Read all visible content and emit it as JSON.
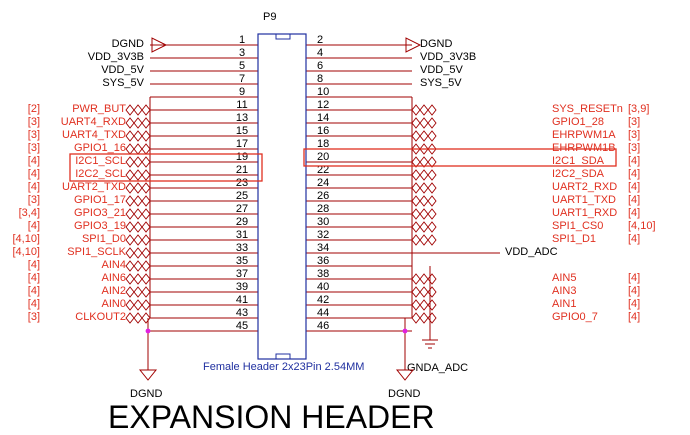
{
  "colors": {
    "wire": "#a00000",
    "net_label": "#e03020",
    "pin_text": "#000000",
    "header_outline": "#2030a0",
    "power_text": "#000000",
    "junction": "#e020e0",
    "title": "#000000"
  },
  "header": {
    "ref": "P9",
    "caption": "Female Header 2x23Pin 2.54MM"
  },
  "title": "EXPANSION HEADER",
  "pins": {
    "left": [
      "1",
      "3",
      "5",
      "7",
      "9",
      "11",
      "13",
      "15",
      "17",
      "19",
      "21",
      "23",
      "25",
      "27",
      "29",
      "31",
      "33",
      "35",
      "37",
      "39",
      "41",
      "43",
      "45"
    ],
    "right": [
      "2",
      "4",
      "6",
      "8",
      "10",
      "12",
      "14",
      "16",
      "18",
      "20",
      "22",
      "24",
      "26",
      "28",
      "30",
      "32",
      "34",
      "36",
      "38",
      "40",
      "42",
      "44",
      "46"
    ]
  },
  "left_nets": [
    {
      "row": 0,
      "name": "DGND",
      "ref": "",
      "kind": "power"
    },
    {
      "row": 1,
      "name": "VDD_3V3B",
      "ref": "",
      "kind": "power"
    },
    {
      "row": 2,
      "name": "VDD_5V",
      "ref": "",
      "kind": "power"
    },
    {
      "row": 3,
      "name": "SYS_5V",
      "ref": "",
      "kind": "power"
    },
    {
      "row": 5,
      "name": "PWR_BUT",
      "ref": "[2]",
      "kind": "signal"
    },
    {
      "row": 6,
      "name": "UART4_RXD",
      "ref": "[3]",
      "kind": "signal"
    },
    {
      "row": 7,
      "name": "UART4_TXD",
      "ref": "[3]",
      "kind": "signal"
    },
    {
      "row": 8,
      "name": "GPIO1_16",
      "ref": "[3]",
      "kind": "signal"
    },
    {
      "row": 9,
      "name": "I2C1_SCL",
      "ref": "[4]",
      "kind": "signal"
    },
    {
      "row": 10,
      "name": "I2C2_SCL",
      "ref": "[4]",
      "kind": "signal"
    },
    {
      "row": 11,
      "name": "UART2_TXD",
      "ref": "[4]",
      "kind": "signal"
    },
    {
      "row": 12,
      "name": "GPIO1_17",
      "ref": "[3]",
      "kind": "signal"
    },
    {
      "row": 13,
      "name": "GPIO3_21",
      "ref": "[3,4]",
      "kind": "signal"
    },
    {
      "row": 14,
      "name": "GPIO3_19",
      "ref": "[4]",
      "kind": "signal"
    },
    {
      "row": 15,
      "name": "SPI1_D0",
      "ref": "[4,10]",
      "kind": "signal"
    },
    {
      "row": 16,
      "name": "SPI1_SCLK",
      "ref": "[4,10]",
      "kind": "signal"
    },
    {
      "row": 17,
      "name": "AIN4",
      "ref": "[4]",
      "kind": "signal"
    },
    {
      "row": 18,
      "name": "AIN6",
      "ref": "[4]",
      "kind": "signal"
    },
    {
      "row": 19,
      "name": "AIN2",
      "ref": "[4]",
      "kind": "signal"
    },
    {
      "row": 20,
      "name": "AIN0",
      "ref": "[4]",
      "kind": "signal"
    },
    {
      "row": 21,
      "name": "CLKOUT2",
      "ref": "[3]",
      "kind": "signal"
    }
  ],
  "right_nets": [
    {
      "row": 0,
      "name": "DGND",
      "ref": "",
      "kind": "power"
    },
    {
      "row": 1,
      "name": "VDD_3V3B",
      "ref": "",
      "kind": "power"
    },
    {
      "row": 2,
      "name": "VDD_5V",
      "ref": "",
      "kind": "power"
    },
    {
      "row": 3,
      "name": "SYS_5V",
      "ref": "",
      "kind": "power"
    },
    {
      "row": 5,
      "name": "SYS_RESETn",
      "ref": "[3,9]",
      "kind": "signal"
    },
    {
      "row": 6,
      "name": "GPIO1_28",
      "ref": "[3]",
      "kind": "signal"
    },
    {
      "row": 7,
      "name": "EHRPWM1A",
      "ref": "[3]",
      "kind": "signal"
    },
    {
      "row": 8,
      "name": "EHRPWM1B",
      "ref": "[3]",
      "kind": "signal"
    },
    {
      "row": 9,
      "name": "I2C1_SDA",
      "ref": "[4]",
      "kind": "signal"
    },
    {
      "row": 10,
      "name": "I2C2_SDA",
      "ref": "[4]",
      "kind": "signal"
    },
    {
      "row": 11,
      "name": "UART2_RXD",
      "ref": "[4]",
      "kind": "signal"
    },
    {
      "row": 12,
      "name": "UART1_TXD",
      "ref": "[4]",
      "kind": "signal"
    },
    {
      "row": 13,
      "name": "UART1_RXD",
      "ref": "[4]",
      "kind": "signal"
    },
    {
      "row": 14,
      "name": "SPI1_CS0",
      "ref": "[4,10]",
      "kind": "signal"
    },
    {
      "row": 15,
      "name": "SPI1_D1",
      "ref": "[4]",
      "kind": "signal"
    },
    {
      "row": 16,
      "name": "VDD_ADC",
      "ref": "",
      "kind": "plain"
    },
    {
      "row": 18,
      "name": "AIN5",
      "ref": "[4]",
      "kind": "signal"
    },
    {
      "row": 19,
      "name": "AIN3",
      "ref": "[4]",
      "kind": "signal"
    },
    {
      "row": 20,
      "name": "AIN1",
      "ref": "[4]",
      "kind": "signal"
    },
    {
      "row": 21,
      "name": "GPIO0_7",
      "ref": "[4]",
      "kind": "signal"
    }
  ],
  "ground_labels": {
    "left": "DGND",
    "right": "DGND",
    "adc": "GNDA_ADC"
  }
}
